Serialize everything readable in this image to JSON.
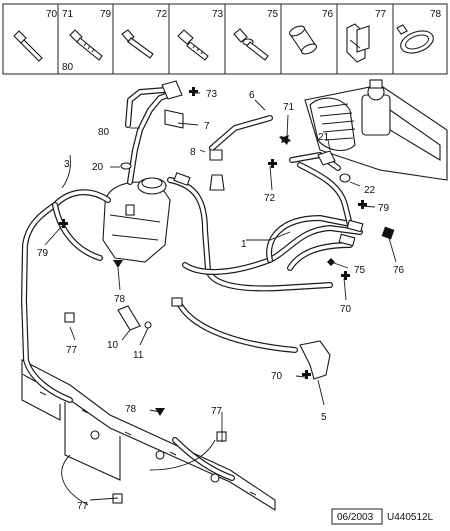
{
  "legend": {
    "items": [
      {
        "ref": "70",
        "icon": "bolt-icon"
      },
      {
        "ref": "71",
        "icon": "flanged-bolt-icon",
        "extra": "80"
      },
      {
        "ref": "79",
        "icon": "stud-icon"
      },
      {
        "ref": "72",
        "icon": "screw-icon"
      },
      {
        "ref": "73",
        "icon": "hex-bolt-icon"
      },
      {
        "ref": "75",
        "icon": "washer-screw-icon"
      },
      {
        "ref": "76",
        "icon": "grommet-icon"
      },
      {
        "ref": "77",
        "icon": "clip-icon"
      },
      {
        "ref": "78",
        "icon": "hose-clamp-icon"
      }
    ]
  },
  "callouts": {
    "c1": "1",
    "c3": "3",
    "c5": "5",
    "c6": "6",
    "c7": "7",
    "c8": "8",
    "c10": "10",
    "c11": "11",
    "c20": "20",
    "c21": "21",
    "c22": "22",
    "c70a": "70",
    "c70b": "70",
    "c71": "71",
    "c72": "72",
    "c73": "73",
    "c75": "75",
    "c76": "76",
    "c77a": "77",
    "c77b": "77",
    "c77c": "77",
    "c78a": "78",
    "c78b": "78",
    "c79a": "79",
    "c79b": "79",
    "c80": "80"
  },
  "footer": {
    "date": "06/2003",
    "reference": "U440512L"
  }
}
